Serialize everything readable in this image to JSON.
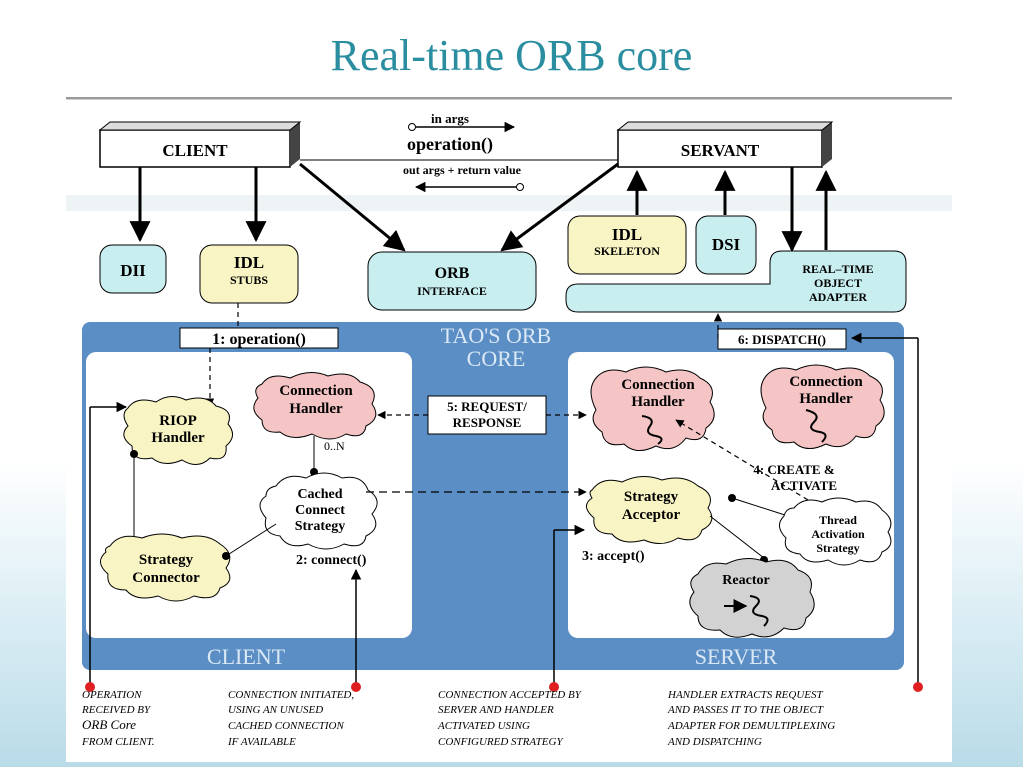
{
  "slide": {
    "title": "Real-time ORB core"
  },
  "diagram": {
    "nodes": {
      "client": "CLIENT",
      "servant": "SERVANT",
      "dii": "DII",
      "idl_stubs": [
        "IDL",
        "STUBS"
      ],
      "orb_interface": [
        "ORB",
        "INTERFACE"
      ],
      "idl_skeleton": [
        "IDL",
        "SKELETON"
      ],
      "dsi": "DSI",
      "rt_object_adapter": [
        "REAL–TIME",
        "OBJECT",
        "ADAPTER"
      ],
      "orb_core": [
        "TAO'S  ORB",
        "CORE"
      ],
      "riop_handler": [
        "RIOP",
        "Handler"
      ],
      "conn_handler_client": [
        "Connection",
        "Handler"
      ],
      "cached_connect": [
        "Cached",
        "Connect",
        "Strategy"
      ],
      "strategy_connector": [
        "Strategy",
        "Connector"
      ],
      "conn_handler_server1": [
        "Connection",
        "Handler"
      ],
      "conn_handler_server2": [
        "Connection",
        "Handler"
      ],
      "strategy_acceptor": [
        "Strategy",
        "Acceptor"
      ],
      "thread_activation": [
        "Thread",
        "Activation",
        "Strategy"
      ],
      "reactor": "Reactor",
      "client_section": "CLIENT",
      "server_section": "SERVER"
    },
    "labels": {
      "in_args": "in args",
      "operation": "operation()",
      "out_args": "out  args + return  value",
      "step1": "1: operation()",
      "step2": "2: connect()",
      "step3": "3: accept()",
      "step4": [
        "4:  CREATE  &",
        "ACTIVATE"
      ],
      "step5": [
        "5:  REQUEST/",
        "RESPONSE"
      ],
      "step6": "6: DISPATCH()",
      "multiplicity": "0..N"
    },
    "captions": [
      [
        "OPERATION",
        "RECEIVED BY",
        "ORB Core",
        "FROM CLIENT."
      ],
      [
        "CONNECTION INITIATED,",
        "USING AN UNUSED",
        "CACHED CONNECTION",
        "IF AVAILABLE"
      ],
      [
        "CONNECTION ACCEPTED BY",
        "SERVER AND HANDLER",
        "ACTIVATED USING",
        "CONFIGURED STRATEGY"
      ],
      [
        "HANDLER EXTRACTS REQUEST",
        "AND PASSES IT TO THE OBJECT",
        "ADAPTER FOR DEMULTIPLEXING",
        "AND DISPATCHING"
      ]
    ]
  }
}
